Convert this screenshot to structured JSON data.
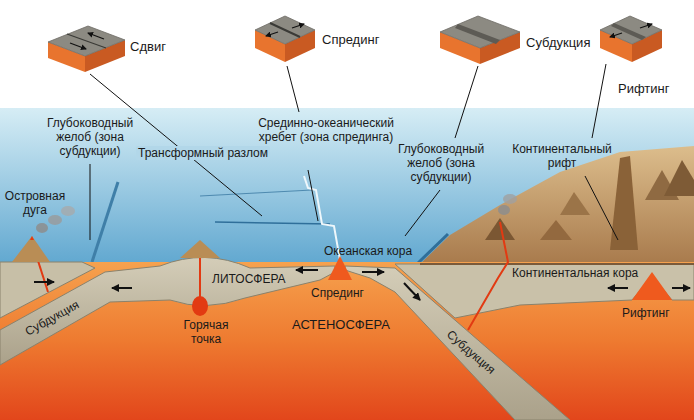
{
  "diagram": {
    "labels": [
      "Сдвиг",
      "Спрединг",
      "Субдукция",
      "Рифтинг",
      "Глубоководный желоб (зона субдукции)",
      "Трансформный разлом",
      "Срединно-океанический хребет (зона спрединга)",
      "Глубоководный желоб (зона субдукции)",
      "Континентальный рифт",
      "Островная дуга",
      "Океанская кора",
      "Континентальная кора",
      "ЛИТОСФЕРА",
      "Спрединг",
      "Горячая точка",
      "АСТЕНОСФЕРА",
      "Субдукция",
      "Субдукция",
      "Рифтинг"
    ]
  }
}
